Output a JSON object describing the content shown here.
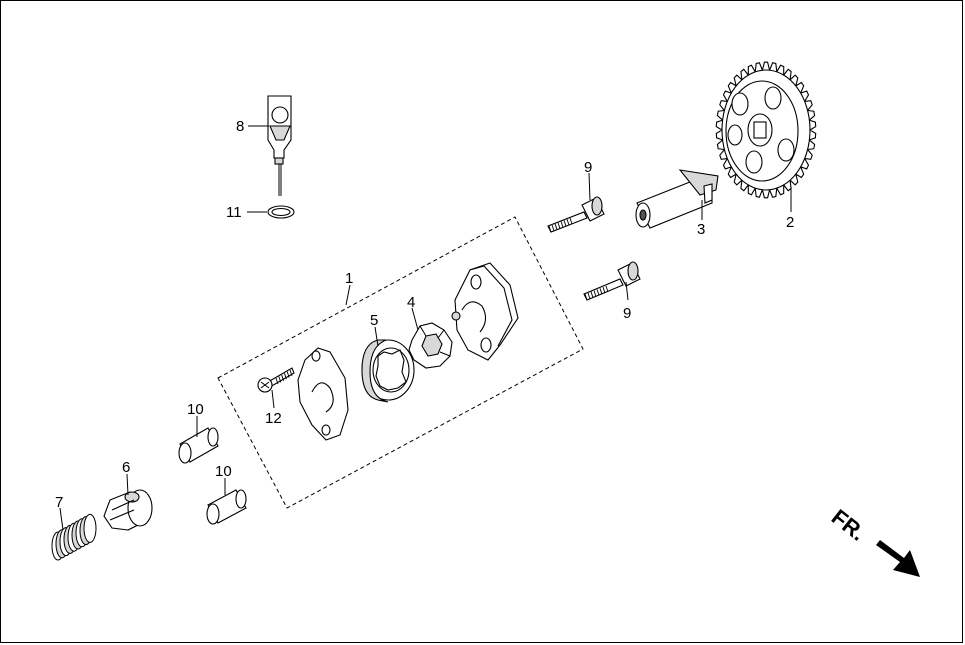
{
  "callouts": [
    {
      "id": "c1",
      "label": "1"
    },
    {
      "id": "c2",
      "label": "2"
    },
    {
      "id": "c3",
      "label": "3"
    },
    {
      "id": "c4",
      "label": "4"
    },
    {
      "id": "c5",
      "label": "5"
    },
    {
      "id": "c6",
      "label": "6"
    },
    {
      "id": "c7",
      "label": "7"
    },
    {
      "id": "c8",
      "label": "8"
    },
    {
      "id": "c9a",
      "label": "9"
    },
    {
      "id": "c9b",
      "label": "9"
    },
    {
      "id": "c10a",
      "label": "10"
    },
    {
      "id": "c10b",
      "label": "10"
    },
    {
      "id": "c11",
      "label": "11"
    },
    {
      "id": "c12",
      "label": "12"
    }
  ],
  "direction": {
    "label": "FR.",
    "icon": "front-arrow-icon"
  },
  "colors": {
    "line": "#000000",
    "part_fill": "#ffffff",
    "shade": "#d8d8d8",
    "dark": "#555555"
  }
}
